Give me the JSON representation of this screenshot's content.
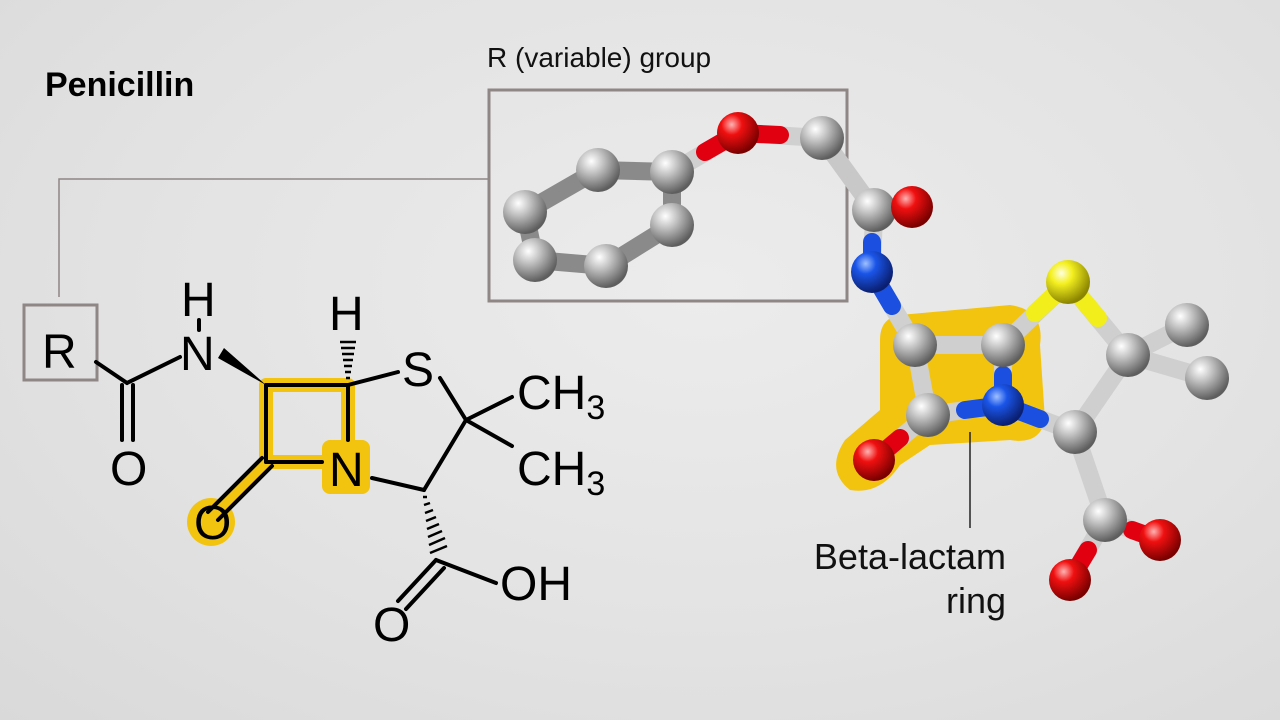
{
  "title": "Penicillin",
  "labels": {
    "r_group": "R (variable) group",
    "beta_lactam_line1": "Beta-lactam",
    "beta_lactam_line2": "ring"
  },
  "structure_atoms": {
    "r": "R",
    "h_amine": "H",
    "n_amine": "N",
    "o_carbonyl": "O",
    "h_bridge": "H",
    "s": "S",
    "ch3_top": "CH",
    "ch3_top_sub": "3",
    "ch3_bottom": "CH",
    "ch3_bottom_sub": "3",
    "n_ring": "N",
    "o_lactam": "O",
    "oh": "OH",
    "o_acid": "O"
  },
  "colors": {
    "highlight": "#f2c40f",
    "highlight_fill": "#f5cf1a",
    "callout_box": "#8f8686",
    "carbon": "#a9a9a9",
    "oxygen": "#e0000a",
    "nitrogen": "#1a4fe0",
    "sulfur": "#f2ee1c"
  }
}
